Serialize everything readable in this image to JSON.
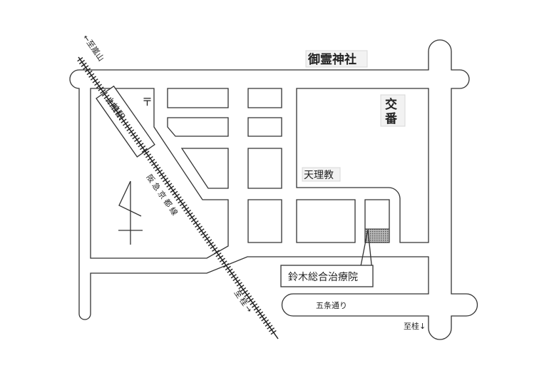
{
  "map": {
    "labels": {
      "shrine": "御霊神社",
      "police_box": "交番",
      "police_box_line1": "交",
      "police_box_line2": "番",
      "tenrikyo": "天理教",
      "post_office": "〒",
      "station": "上桂駅",
      "railway": "阪急京都線",
      "to_arashiyama": "←至嵐山",
      "to_katsura_rail": "至桂→",
      "clinic": "鈴木総合治療院",
      "gojo_street": "五条通り",
      "to_katsura_road": "至桂↓"
    },
    "colors": {
      "line": "#333333",
      "clinic_fill": "#8a8a8a",
      "label_bg": "#f2f2f2"
    }
  }
}
